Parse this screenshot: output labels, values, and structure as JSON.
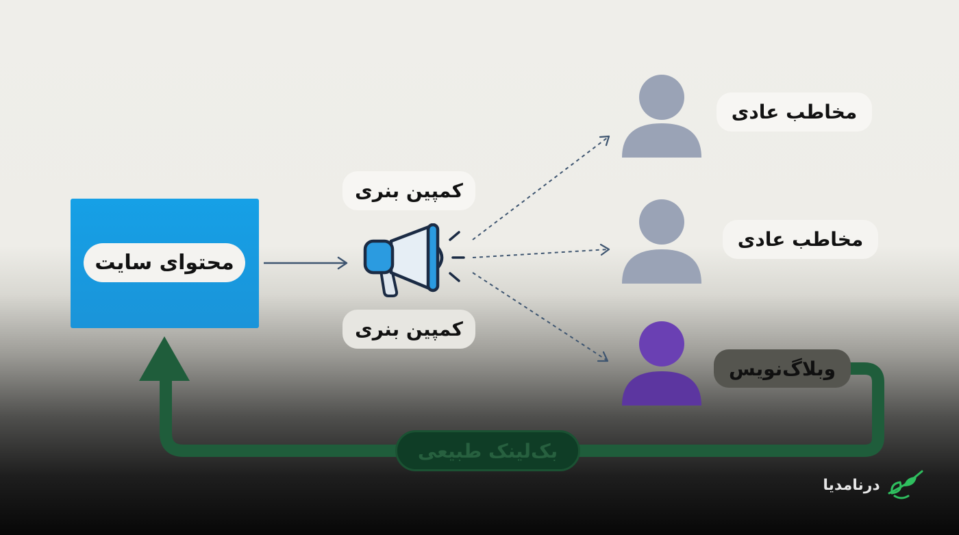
{
  "diagram": {
    "source": {
      "label": "محتوای سایت"
    },
    "campaign": {
      "label_top": "کمپین بنری",
      "label_bottom": "کمپین بنری",
      "icon": "megaphone-icon"
    },
    "audiences": [
      {
        "label": "مخاطب عادی",
        "icon": "user-icon",
        "color": "#9aa3b6"
      },
      {
        "label": "مخاطب عادی",
        "icon": "user-icon",
        "color": "#9aa3b6"
      },
      {
        "label": "وبلاگ‌نویس",
        "icon": "user-icon",
        "color": "#6a40b3"
      }
    ],
    "feedback": {
      "label": "بک‌لینک طبیعی",
      "color": "#1e5a3a"
    }
  },
  "brand": {
    "name": "درنامدیا",
    "icon": "leaf-logo-icon",
    "color": "#2fbf5f"
  },
  "colors": {
    "box": "#1a9be0",
    "arrow": "#3e5570",
    "feedback_arrow": "#1f5d3b"
  }
}
